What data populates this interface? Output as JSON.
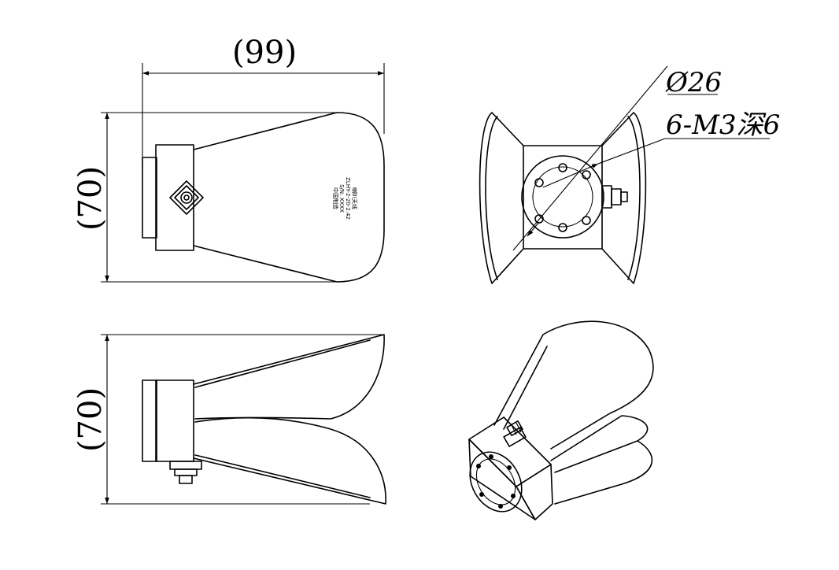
{
  "dimensions": {
    "width_top": "(99)",
    "height_front": "(70)",
    "height_side": "(70)"
  },
  "annotations": {
    "diameter": "Ø26",
    "threads": "6-M3深6"
  },
  "nameplate": {
    "line1": "喇叭天线",
    "line2": "ZLHY-2-20-2.42",
    "line3": "S/N: XXXX",
    "line4": "中国制造"
  }
}
